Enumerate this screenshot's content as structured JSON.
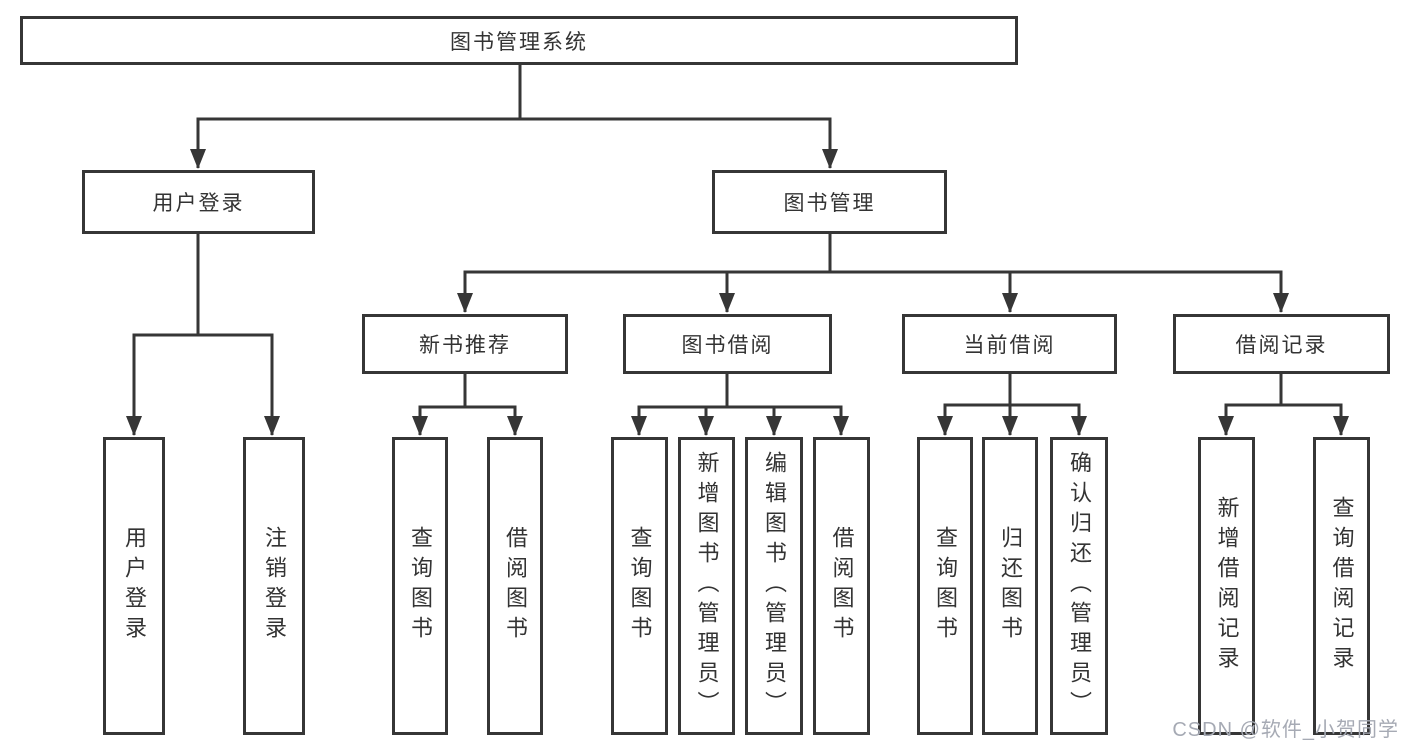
{
  "diagram": {
    "type": "tree",
    "colors": {
      "line": "#363636",
      "text": "#333333",
      "background": "#ffffff",
      "watermark": "#a6aab4"
    },
    "root": {
      "label": "图书管理系统",
      "children": [
        {
          "label": "用户登录",
          "children": [
            {
              "label": "用户登录"
            },
            {
              "label": "注销登录"
            }
          ]
        },
        {
          "label": "图书管理",
          "children": [
            {
              "label": "新书推荐",
              "children": [
                {
                  "label": "查询图书"
                },
                {
                  "label": "借阅图书"
                }
              ]
            },
            {
              "label": "图书借阅",
              "children": [
                {
                  "label": "查询图书"
                },
                {
                  "label": "新增图书（管理员）"
                },
                {
                  "label": "编辑图书（管理员）"
                },
                {
                  "label": "借阅图书"
                }
              ]
            },
            {
              "label": "当前借阅",
              "children": [
                {
                  "label": "查询图书"
                },
                {
                  "label": "归还图书"
                },
                {
                  "label": "确认归还（管理员）"
                }
              ]
            },
            {
              "label": "借阅记录",
              "children": [
                {
                  "label": "新增借阅记录"
                },
                {
                  "label": "查询借阅记录"
                }
              ]
            }
          ]
        }
      ]
    }
  },
  "watermark": {
    "text": "CSDN @软件_小贺同学"
  }
}
